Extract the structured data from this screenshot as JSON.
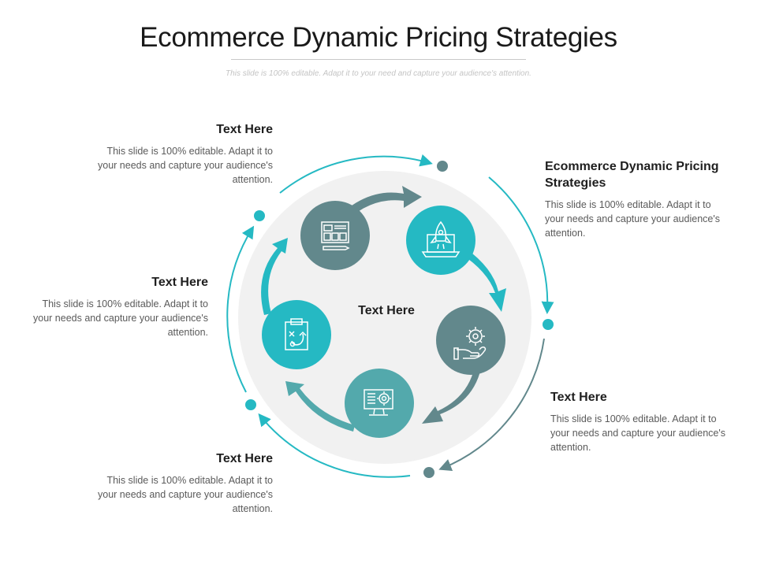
{
  "title": "Ecommerce Dynamic Pricing Strategies",
  "subtitle": "This slide is 100% editable. Adapt it to your need and capture your audience's attention.",
  "center_label": "Text Here",
  "colors": {
    "teal": "#25b9c3",
    "slate": "#62888c",
    "light_teal": "#53a9ac",
    "ring_bg": "#f1f1f1"
  },
  "blocks": [
    {
      "id": "top-left",
      "heading": "Text Here",
      "body": "This slide is 100% editable. Adapt it to your needs and capture your audience's attention."
    },
    {
      "id": "top-right",
      "heading": "Ecommerce Dynamic Pricing Strategies",
      "body": "This slide is 100% editable. Adapt it to your needs and capture your audience's attention."
    },
    {
      "id": "mid-left",
      "heading": "Text Here",
      "body": "This slide is 100% editable. Adapt it to your needs and capture your audience's attention."
    },
    {
      "id": "bottom-right",
      "heading": "Text Here",
      "body": "This slide is 100% editable. Adapt it to your needs and capture your audience's attention."
    },
    {
      "id": "bottom-left",
      "heading": "Text Here",
      "body": "This slide is 100% editable. Adapt it to your needs and capture your audience's attention."
    }
  ],
  "nodes": [
    {
      "icon": "monitor-dashboard-icon",
      "color": "slate"
    },
    {
      "icon": "rocket-laptop-icon",
      "color": "teal"
    },
    {
      "icon": "hand-gear-icon",
      "color": "slate"
    },
    {
      "icon": "computer-gear-icon",
      "color": "light_teal"
    },
    {
      "icon": "clipboard-strategy-icon",
      "color": "teal"
    }
  ]
}
